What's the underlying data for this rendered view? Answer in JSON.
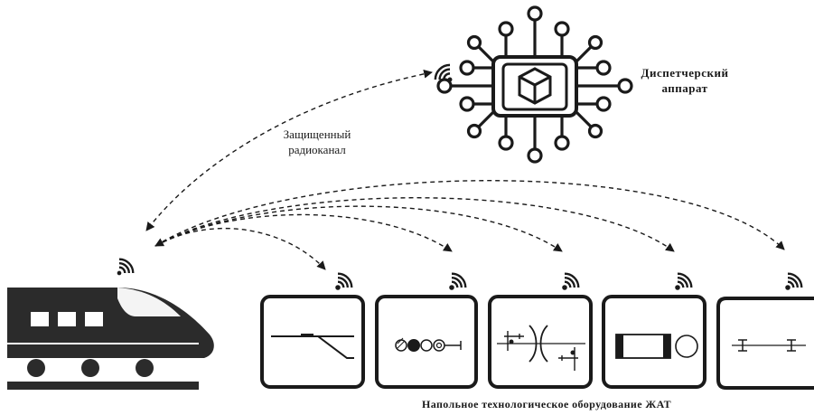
{
  "dispatcher": {
    "label_line1": "Диспетчерский",
    "label_line2": "аппарат",
    "icon": "chip-cube-icon"
  },
  "channel": {
    "label_line1": "Защищенный",
    "label_line2": "радиоканал"
  },
  "train": {
    "icon": "high-speed-train-icon",
    "signal_icon": "wireless-signal-icon"
  },
  "equipment": {
    "caption": "Напольное технологическое оборудование ЖАТ",
    "items": [
      {
        "name": "railway-switch",
        "icon": "rail-switch-icon"
      },
      {
        "name": "signal-light",
        "icon": "signal-lights-icon"
      },
      {
        "name": "track-circuit",
        "icon": "track-circuit-icon"
      },
      {
        "name": "rail-sensor",
        "icon": "rail-sensor-icon"
      },
      {
        "name": "insulating-joint",
        "icon": "insulated-joint-icon"
      }
    ]
  },
  "colors": {
    "stroke": "#1a1a1a",
    "fill_dark": "#333333",
    "background": "#ffffff"
  }
}
